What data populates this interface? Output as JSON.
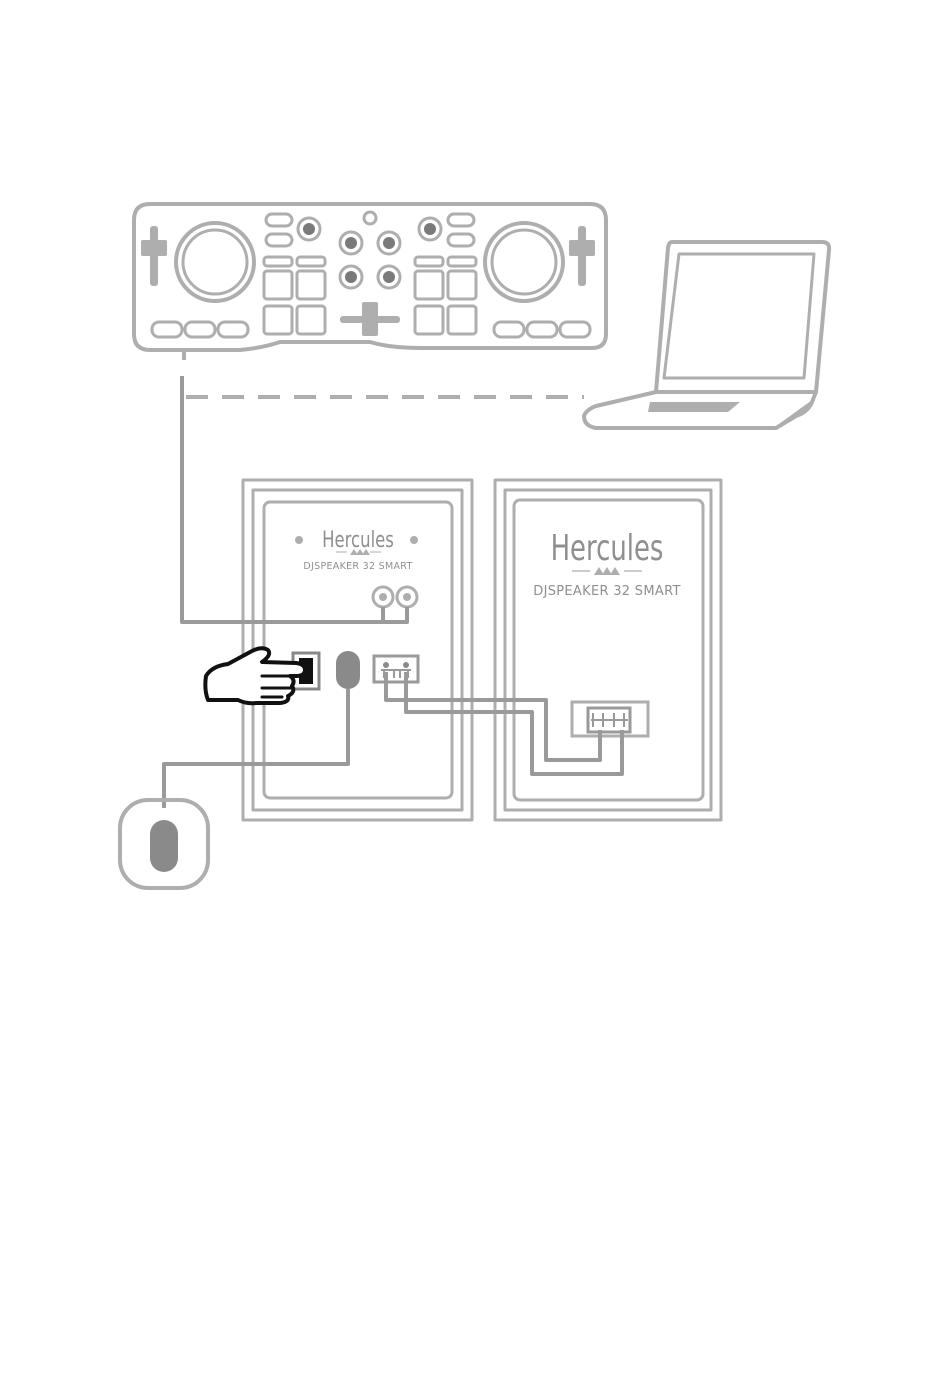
{
  "speaker_left": {
    "brand": "Hercules",
    "model": "DJSPEAKER 32 SMART"
  },
  "speaker_right": {
    "brand": "Hercules",
    "model": "DJSPEAKER 32 SMART"
  },
  "colors": {
    "outline": "#aeaeae",
    "cable": "#9a9a9a",
    "hand": "#111111",
    "knob_fill": "#7a7a7a"
  },
  "icons": [
    "dj-controller",
    "laptop",
    "speaker-active",
    "speaker-passive",
    "pointing-hand-icon",
    "power-adapter"
  ]
}
